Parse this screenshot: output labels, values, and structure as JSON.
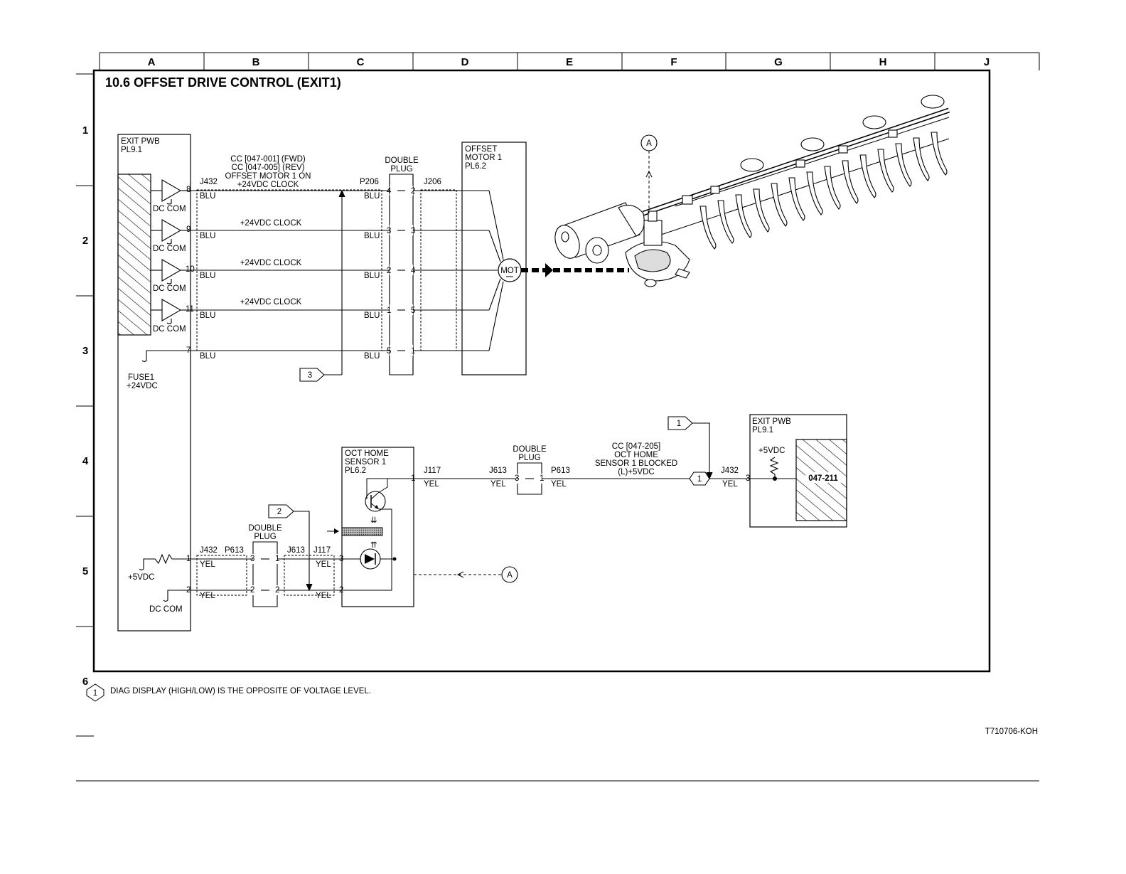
{
  "columns": [
    "A",
    "B",
    "C",
    "D",
    "E",
    "F",
    "G",
    "H",
    "J"
  ],
  "rows": [
    "1",
    "2",
    "3",
    "4",
    "5",
    "6"
  ],
  "title": "10.6 OFFSET DRIVE CONTROL (EXIT1)",
  "exit_pwb_left": {
    "line1": "EXIT PWB",
    "line2": "PL9.1"
  },
  "drivers": [
    {
      "pin": "8",
      "ground": "DC COM"
    },
    {
      "pin": "9",
      "ground": "DC COM"
    },
    {
      "pin": "10",
      "ground": "DC COM"
    },
    {
      "pin": "11",
      "ground": "DC COM"
    }
  ],
  "pin7": "7",
  "fuse": {
    "line1": "FUSE1",
    "line2": "+24VDC"
  },
  "connectors_top": {
    "j432": "J432",
    "p206": "P206",
    "j206": "J206"
  },
  "cc_top": {
    "line1": "CC [047-001] (FWD)",
    "line2": "CC [047-005] (REV)",
    "line3": "OFFSET MOTOR 1 ON",
    "line4": "+24VDC CLOCK"
  },
  "clock_label": "+24VDC CLOCK",
  "wire_color_blu": "BLU",
  "double_plug": {
    "line1": "DOUBLE",
    "line2": "PLUG"
  },
  "plug_pins": [
    {
      "left": "4",
      "right": "2"
    },
    {
      "left": "3",
      "right": "3"
    },
    {
      "left": "2",
      "right": "4"
    },
    {
      "left": "1",
      "right": "5"
    },
    {
      "left": "5",
      "right": "1"
    }
  ],
  "offset_motor": {
    "line1": "OFFSET",
    "line2": "MOTOR 1",
    "line3": "PL6.2",
    "symbol": "MOT"
  },
  "ref_A": "A",
  "ref_1": "1",
  "ref_2": "2",
  "ref_3": "3",
  "sensor": {
    "line1": "OCT HOME",
    "line2": "SENSOR 1",
    "line3": "PL6.2"
  },
  "sensor_connectors": {
    "j117": "J117",
    "j613": "J613",
    "p613": "P613",
    "j432": "J432"
  },
  "wire_color_yel": "YEL",
  "pins_generic": {
    "p1": "1",
    "p2": "2",
    "p3": "3"
  },
  "cc_sensor": {
    "line1": "CC [047-205]",
    "line2": "OCT HOME",
    "line3": "SENSOR 1 BLOCKED",
    "line4": "(L)+5VDC"
  },
  "exit_pwb_right": {
    "line1": "EXIT PWB",
    "line2": "PL9.1",
    "voltage": "+5VDC",
    "code": "047-211"
  },
  "left_supply": {
    "v5": "+5VDC",
    "dccom": "DC COM"
  },
  "note_text": "DIAG DISPLAY (HIGH/LOW) IS THE OPPOSITE OF VOLTAGE LEVEL.",
  "doc_id": "T710706-KOH"
}
